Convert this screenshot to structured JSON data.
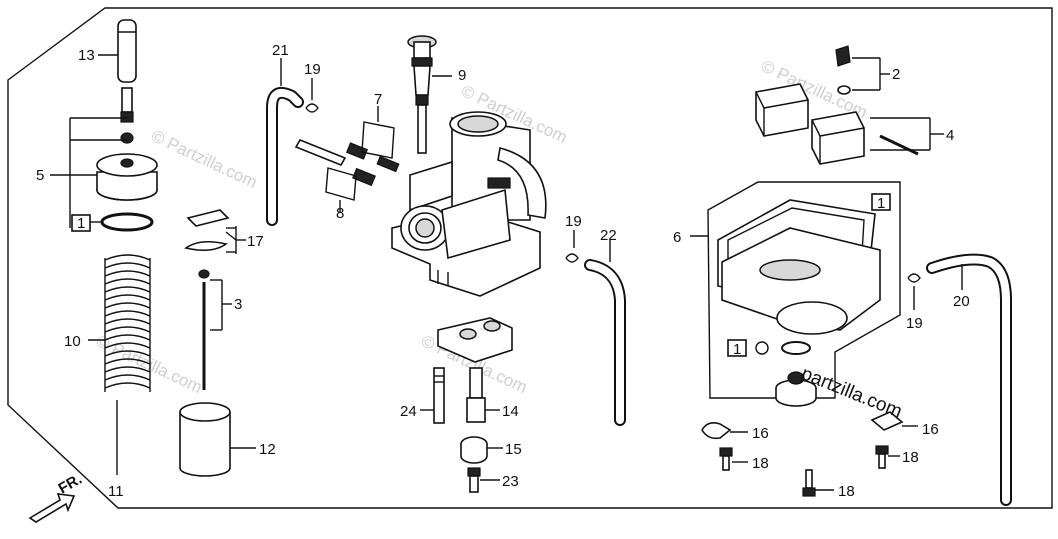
{
  "diagram": {
    "part_numbers": {
      "p1": "1",
      "p2": "2",
      "p3": "3",
      "p4": "4",
      "p5": "5",
      "p6": "6",
      "p7": "7",
      "p8": "8",
      "p9": "9",
      "p10": "10",
      "p11": "11",
      "p12": "12",
      "p13": "13",
      "p14": "14",
      "p15": "15",
      "p16": "16",
      "p17": "17",
      "p18": "18",
      "p19": "19",
      "p20": "20",
      "p21": "21",
      "p22": "22",
      "p23": "23",
      "p24": "24"
    },
    "front_arrow_label": "FR.",
    "watermark_text": "© Partzilla.com",
    "brand_text": "partzilla.com"
  }
}
